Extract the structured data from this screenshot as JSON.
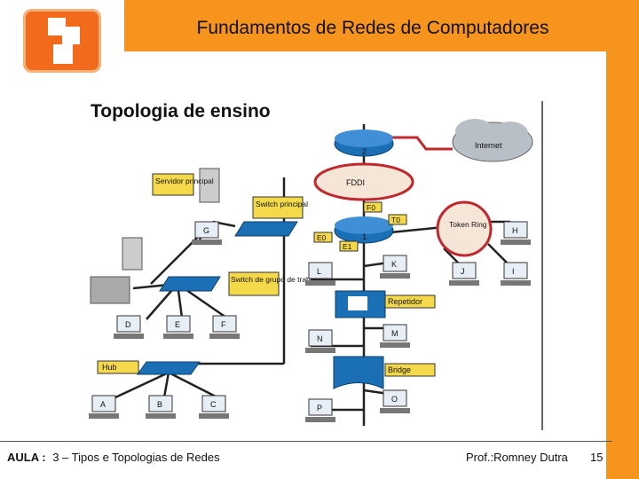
{
  "header": {
    "title": "Fundamentos de Redes de Computadores"
  },
  "diagram": {
    "heading": "Topologia de ensino",
    "internet": "Internet",
    "fddi": "FDDI",
    "router_top": "2",
    "router_mid": "1",
    "ports": {
      "f0": "F0",
      "t0": "T0",
      "e0": "E0",
      "e1": "E1"
    },
    "token_ring": "Token Ring",
    "callouts": {
      "servidor": "Servidor principal",
      "switch_principal": "Switch principal",
      "switch_grupo": "Switch de grupo de trabalho",
      "repetidor": "Repetidor",
      "bridge": "Bridge",
      "hub": "Hub"
    },
    "hosts": {
      "G": "G",
      "H": "H",
      "L": "L",
      "K": "K",
      "J": "J",
      "I": "I",
      "D": "D",
      "E": "E",
      "F": "F",
      "N": "N",
      "M": "M",
      "A": "A",
      "B": "B",
      "C": "C",
      "P": "P",
      "O": "O"
    }
  },
  "footer": {
    "course": "AULA :",
    "topic": "3 – Tipos e Topologias de Redes",
    "author": "Prof.:Romney Dutra",
    "page": "15"
  },
  "colors": {
    "accent": "#f7941d",
    "router": "#1a6fb5",
    "callout": "#f4d94a"
  }
}
